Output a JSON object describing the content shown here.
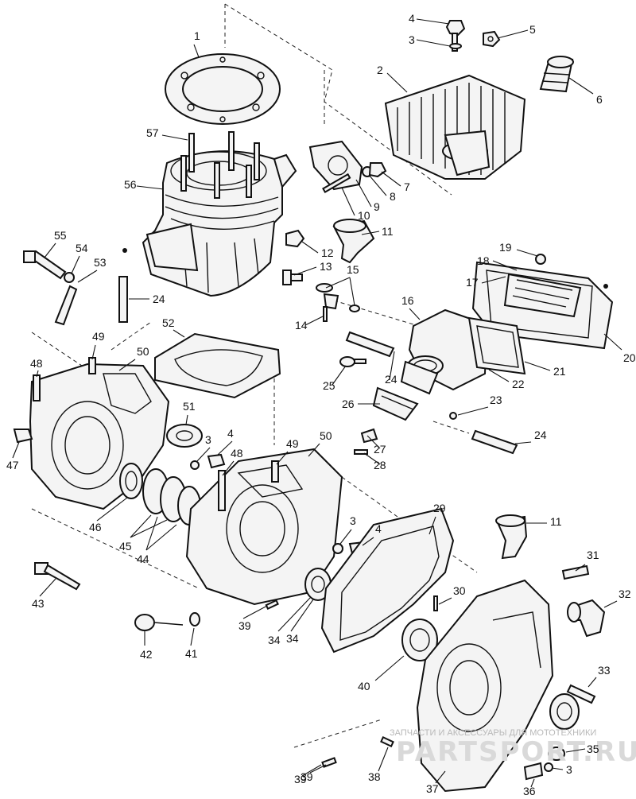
{
  "diagram": {
    "labels": [
      "1",
      "2",
      "3",
      "4",
      "5",
      "6",
      "7",
      "8",
      "9",
      "10",
      "11",
      "12",
      "13",
      "14",
      "15",
      "16",
      "17",
      "18",
      "19",
      "20",
      "21",
      "22",
      "23",
      "24",
      "25",
      "26",
      "27",
      "28",
      "29",
      "30",
      "31",
      "32",
      "33",
      "34",
      "35",
      "36",
      "37",
      "38",
      "39",
      "40",
      "41",
      "42",
      "43",
      "44",
      "45",
      "46",
      "47",
      "48",
      "49",
      "50",
      "51",
      "52",
      "53",
      "54",
      "55",
      "56",
      "57"
    ],
    "label_3": "3",
    "label_4": "4",
    "label_11": "11",
    "label_24": "24",
    "label_34": "34",
    "label_39": "39",
    "label_48": "48",
    "label_49": "49",
    "label_50": "50"
  },
  "watermark": {
    "caption": "ЗАПЧАСТИ И АКСЕССУАРЫ ДЛЯ МОТОТЕХНИКИ",
    "brand": "PARTSPORT.RU"
  }
}
